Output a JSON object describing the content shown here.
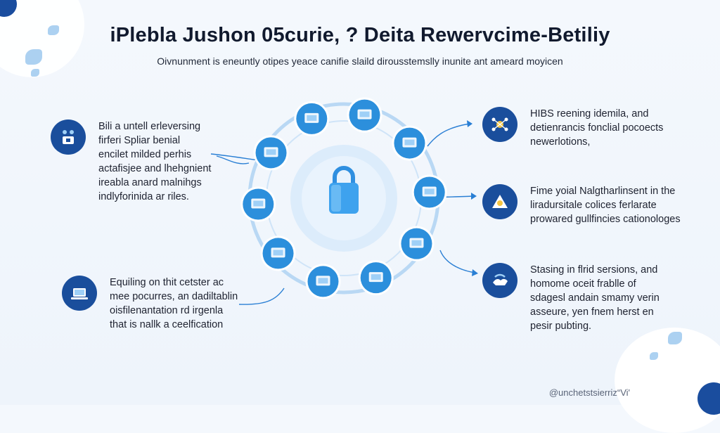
{
  "title": "iPlebla Jushon 05curie, ? Deita Rewervcime-Betiliy",
  "subtitle": "Oivnunment is eneuntly otipes yeace canifie slaild dirousstemslly inunite ant ameard moyicen",
  "left_panels": [
    {
      "icon": "people-device-icon",
      "lines": [
        "Bili a untell erleversing",
        "firferi Spliar benial",
        "encilet milded perhis",
        "actafisjee and lhehgnient",
        "ireabla anard malnihgs",
        "indlyforinida ar riles."
      ]
    },
    {
      "icon": "laptop-icon",
      "lines": [
        "Equiling on thit cetster ac",
        "mee pocurres, an dadiltablin",
        "oisfilenantation rd irgenla",
        "that is nallk a ceelfication"
      ]
    }
  ],
  "right_panels": [
    {
      "icon": "network-node-icon",
      "lines": [
        "HIBS reening idemila, and",
        "detienrancis fonclial pocoects",
        "newerlotions,"
      ]
    },
    {
      "icon": "handshake-icon",
      "lines": [
        "Fime yoial Nalgtharlinsent in the",
        "liradursitale colices ferlarate",
        "prowared gullfincies cationologes"
      ]
    },
    {
      "icon": "secure-hands-icon",
      "lines": [
        "Stasing in flrid sersions, and",
        "homome oceit frablle of",
        "sdagesl andain smamy verin",
        "asseure, yen fnem herst en",
        "pesir pubting."
      ]
    }
  ],
  "center_icon": "lock-icon",
  "ring_nodes": [
    "browser-window-icon",
    "person-dashboard-icon",
    "projector-screen-icon",
    "server-cloud-icon",
    "tablet-check-icon",
    "smartphone-hand-icon",
    "video-camera-icon",
    "certificate-monitor-icon",
    "document-board-icon",
    "chemistry-flask-icon"
  ],
  "watermark": "@unchetstsierriz“Vi'",
  "colors": {
    "navy": "#1a4e9c",
    "accent": "#2a7fd4",
    "ring": "#9dc6ef",
    "lock": "#3ea2ee",
    "node_bg": "#2c8fdc"
  }
}
